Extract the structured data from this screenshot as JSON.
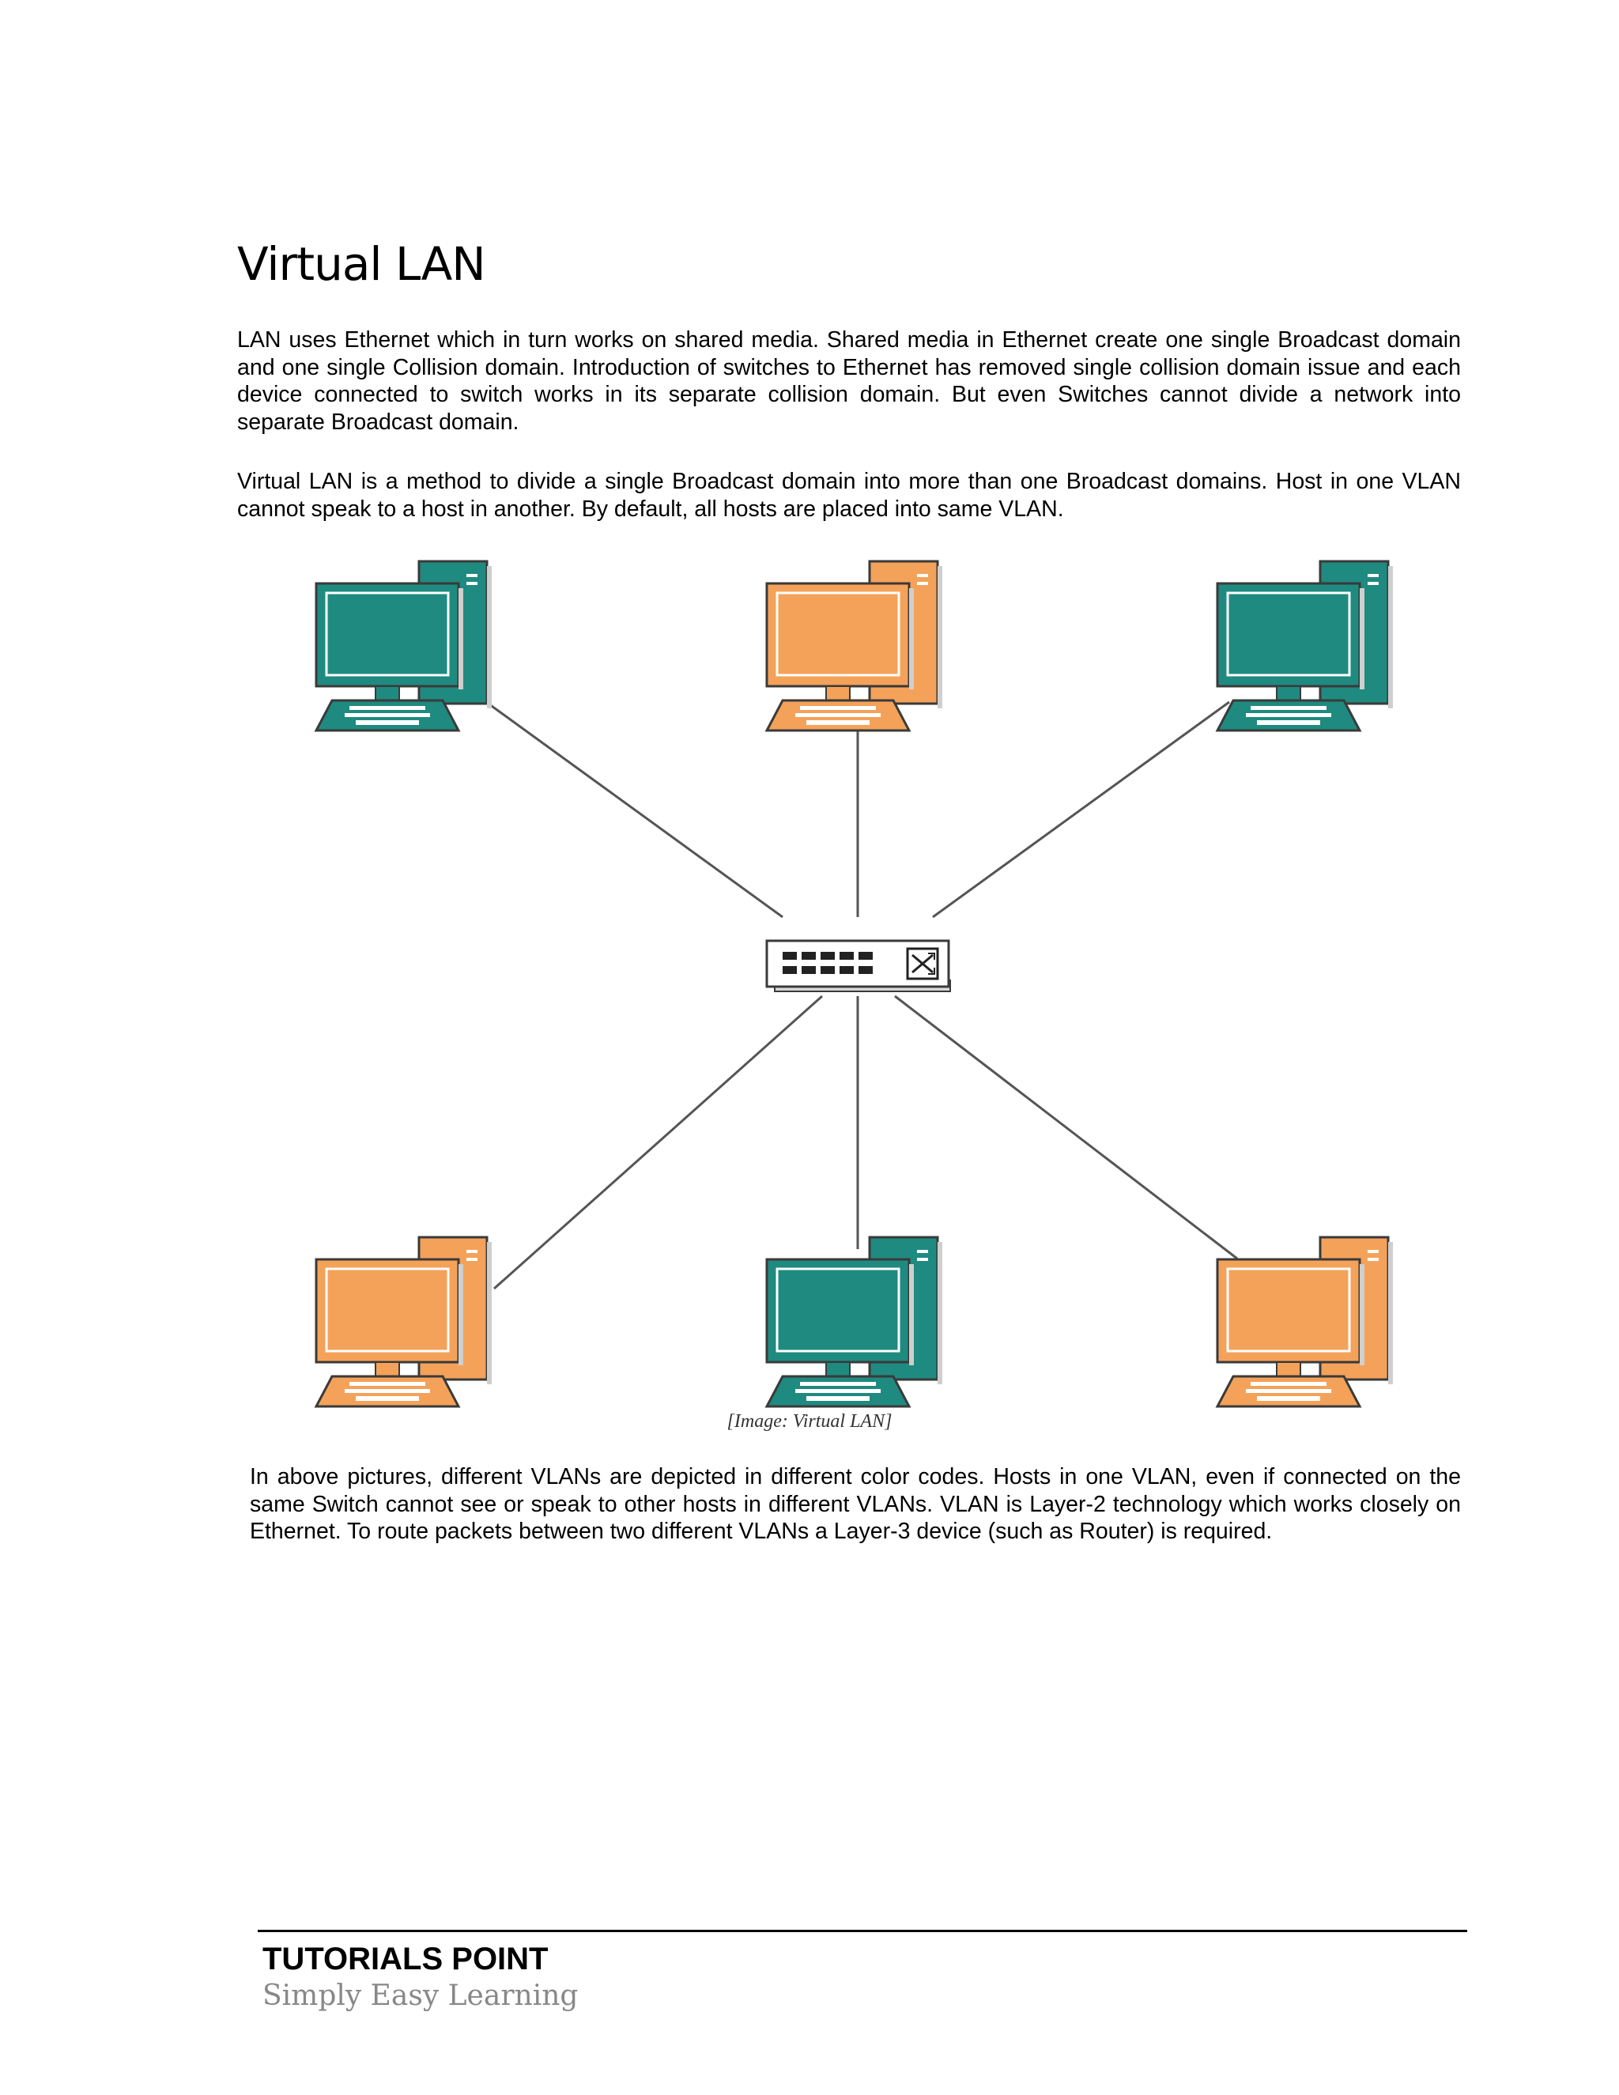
{
  "page": {
    "title": "Virtual LAN",
    "paragraphs": [
      "LAN uses Ethernet which in turn works on shared media. Shared media in Ethernet create one single Broadcast domain and one single Collision domain. Introduction of switches to Ethernet has removed single collision domain issue and each device connected to switch works in its separate collision domain. But even Switches cannot divide a network into separate Broadcast domain.",
      "Virtual LAN is a method to divide a single Broadcast domain into more than one Broadcast domains. Host in one VLAN cannot speak to a host in another. By default, all hosts are placed into same VLAN.",
      "In above pictures, different VLANs are depicted in different color codes. Hosts in one VLAN, even if connected on the same Switch cannot see or speak to other hosts in different VLANs. VLAN is Layer-2 technology which works closely on Ethernet. To route packets between two different VLANs a Layer-3 device (such as Router) is required."
    ],
    "caption": "[Image: Virtual LAN]"
  },
  "diagram": {
    "colors": {
      "vlan_teal": "#1f8a80",
      "vlan_orange": "#f4a259",
      "outline": "#3a3a3a",
      "link": "#555555"
    },
    "hosts": [
      {
        "name": "host-top-left",
        "vlan": "teal"
      },
      {
        "name": "host-top-center",
        "vlan": "orange"
      },
      {
        "name": "host-top-right",
        "vlan": "teal"
      },
      {
        "name": "host-bottom-left",
        "vlan": "orange"
      },
      {
        "name": "host-bottom-center",
        "vlan": "teal"
      },
      {
        "name": "host-bottom-right",
        "vlan": "orange"
      }
    ],
    "switch": {
      "icon": "switch-icon",
      "ports": 10
    }
  },
  "footer": {
    "brand": "TUTORIALS POINT",
    "tagline": "Simply Easy Learning"
  }
}
